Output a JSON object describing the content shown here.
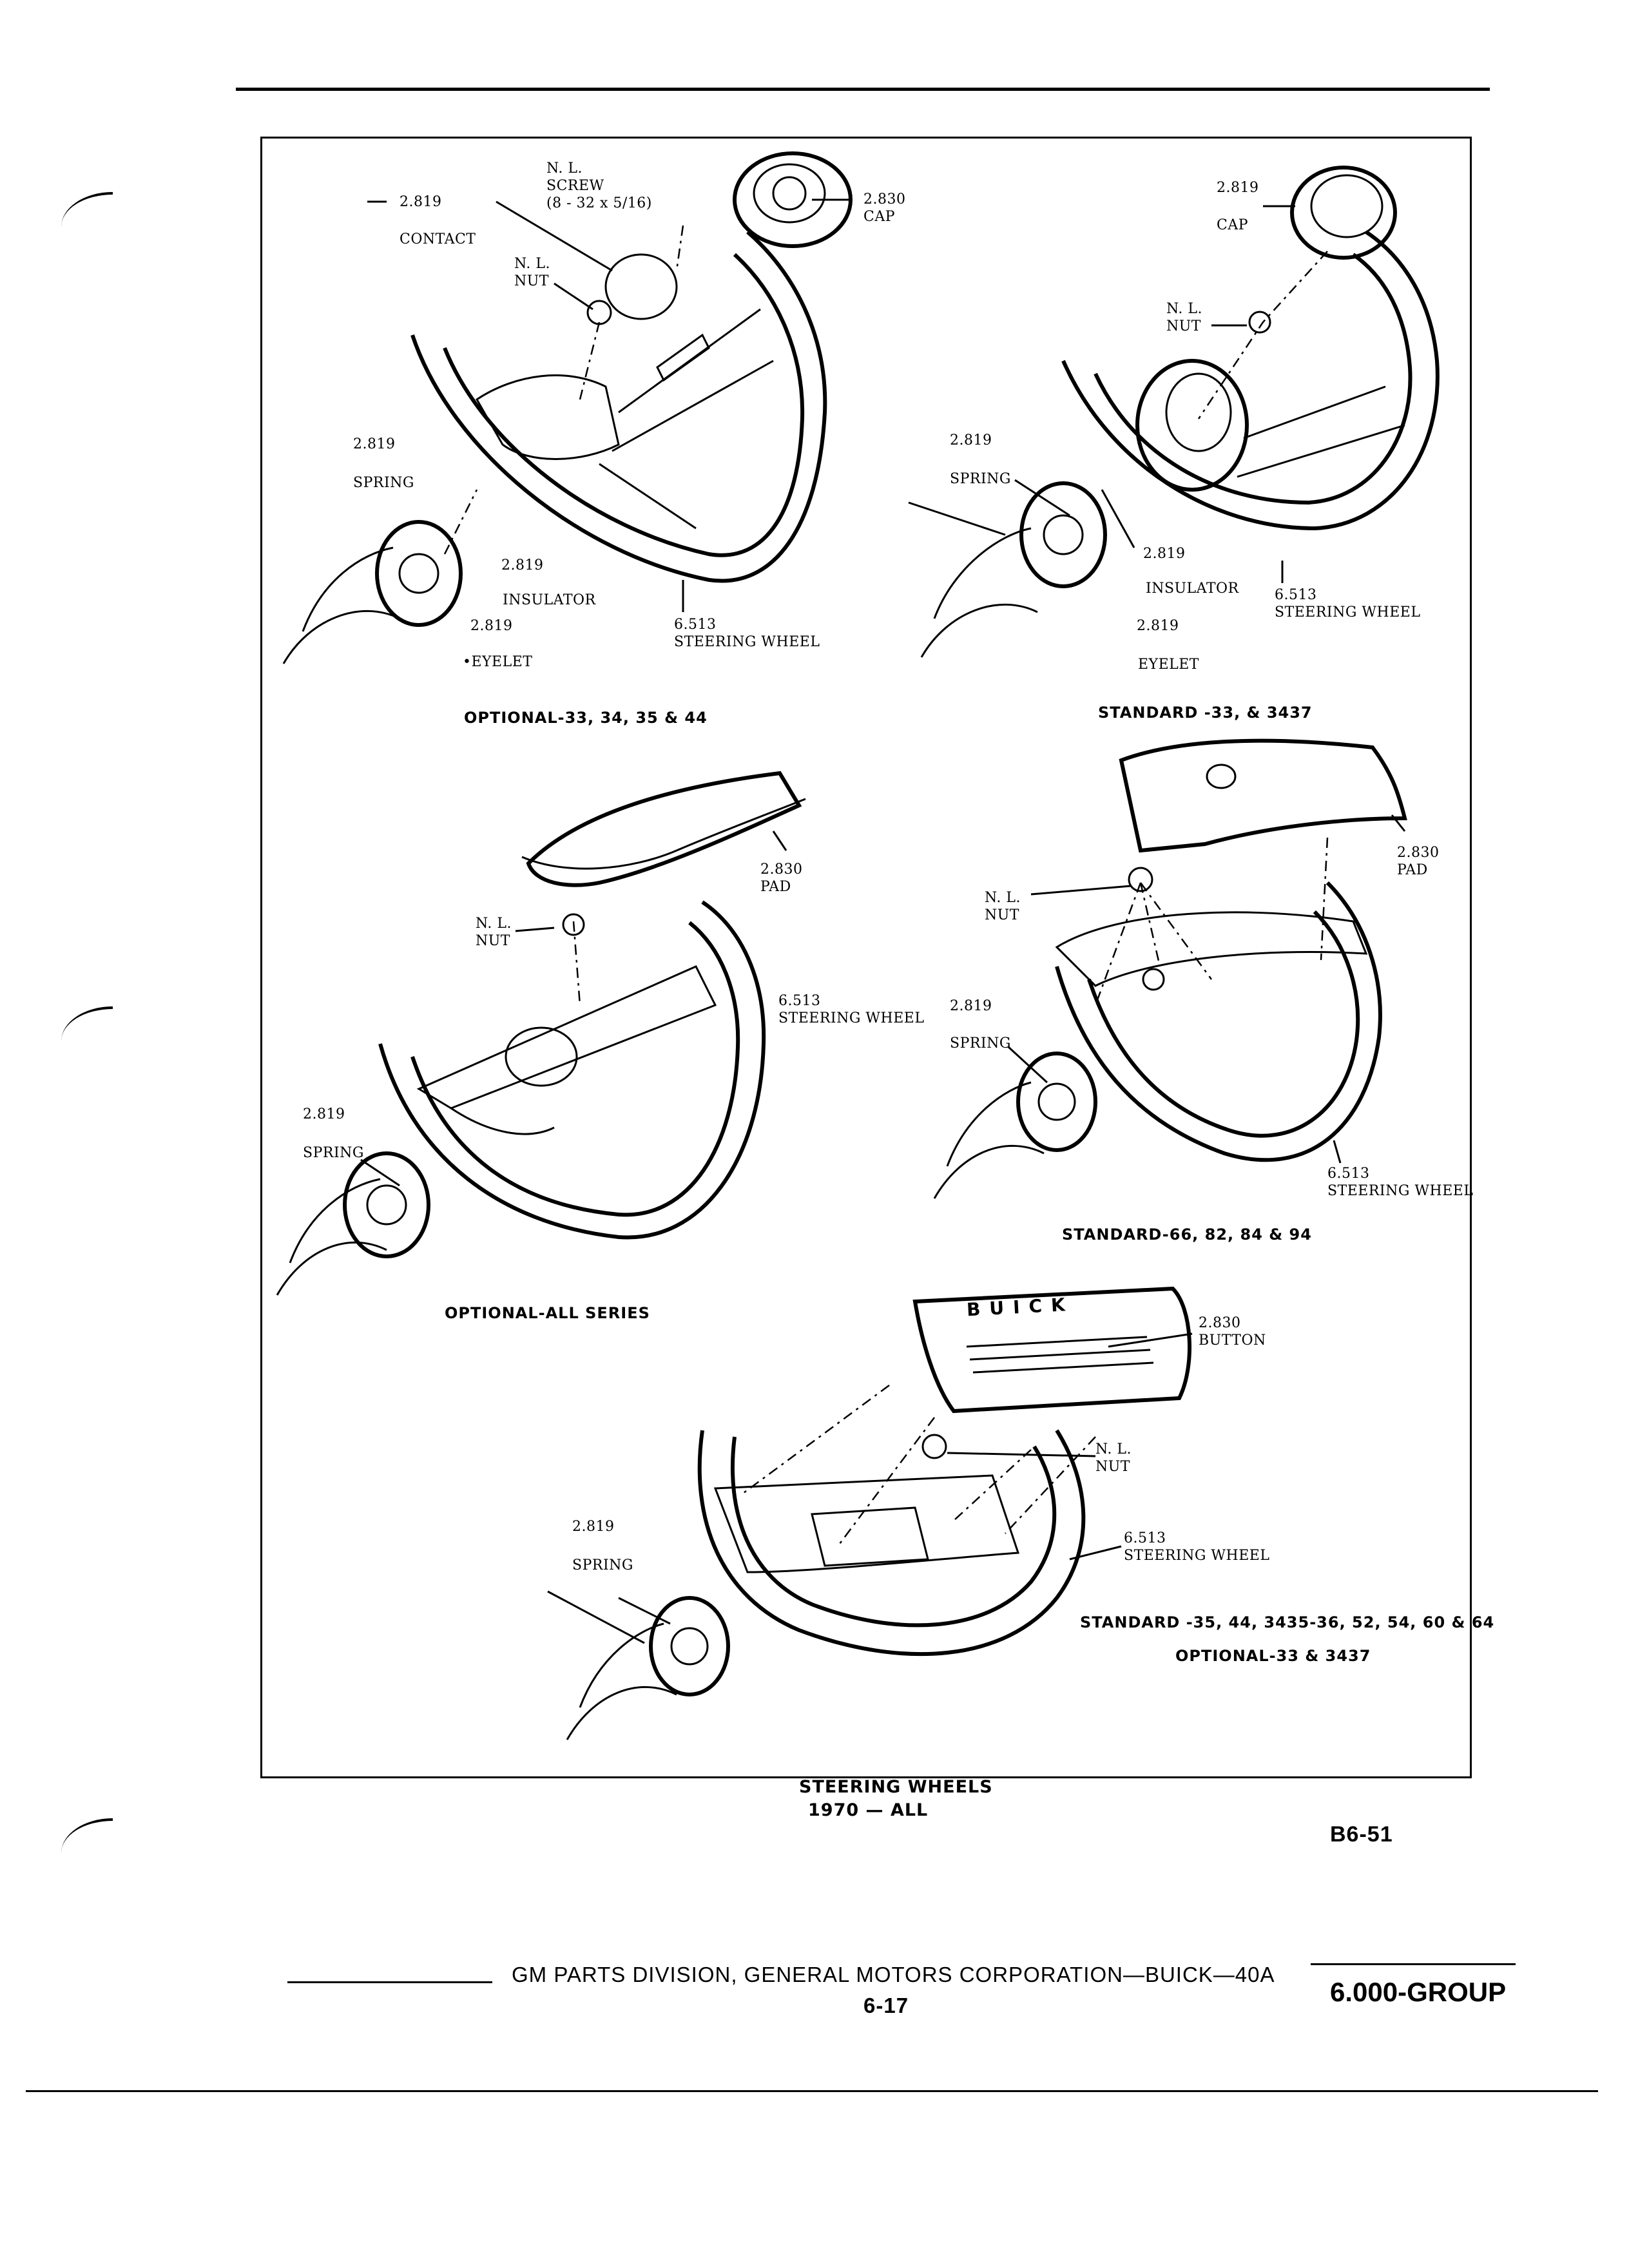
{
  "figures": [
    {
      "id": "optional-33-34-35-44",
      "caption": "OPTIONAL-33, 34, 35 & 44",
      "labels": [
        "N. L.\nSCREW\n(8 - 32 x 5/16)",
        "2.819",
        "CONTACT",
        "N. L.\nNUT",
        "2.830\nCAP",
        "2.819",
        "SPRING",
        "2.819",
        "INSULATOR",
        "2.819",
        "•EYELET",
        "6.513\nSTEERING WHEEL"
      ]
    },
    {
      "id": "standard-33-3437",
      "caption": "STANDARD -33, & 3437",
      "labels": [
        "2.819",
        "CAP",
        "N. L.\nNUT",
        "2.819",
        "SPRING",
        "2.819",
        "INSULATOR",
        "2.819",
        "EYELET",
        "6.513\nSTEERING WHEEL"
      ]
    },
    {
      "id": "optional-all-series",
      "caption": "OPTIONAL-ALL SERIES",
      "labels": [
        "2.830\nPAD",
        "N. L.\nNUT",
        "6.513\nSTEERING WHEEL",
        "2.819",
        "SPRING"
      ]
    },
    {
      "id": "standard-66-82-84-94",
      "caption": "STANDARD-66, 82, 84 & 94",
      "labels": [
        "2.830\nPAD",
        "N. L.\nNUT",
        "2.819",
        "SPRING",
        "6.513\nSTEERING WHEEL"
      ]
    },
    {
      "id": "standard-35-44-and-more",
      "caption": "STANDARD -35, 44, 3435-36, 52, 54, 60 & 64",
      "caption2": "OPTIONAL-33 & 3437",
      "labels": [
        "2.830\nBUTTON",
        "N. L.\nNUT",
        "6.513\nSTEERING WHEEL",
        "2.819",
        "SPRING"
      ],
      "button_lettering": "BUICK"
    }
  ],
  "page_title": "STEERING WHEELS",
  "page_subtitle": "1970 — ALL",
  "page_code": "B6-51",
  "footer": {
    "publisher": "GM PARTS DIVISION, GENERAL MOTORS CORPORATION—BUICK—40A",
    "page_number": "6-17",
    "group": "6.000-GROUP"
  }
}
